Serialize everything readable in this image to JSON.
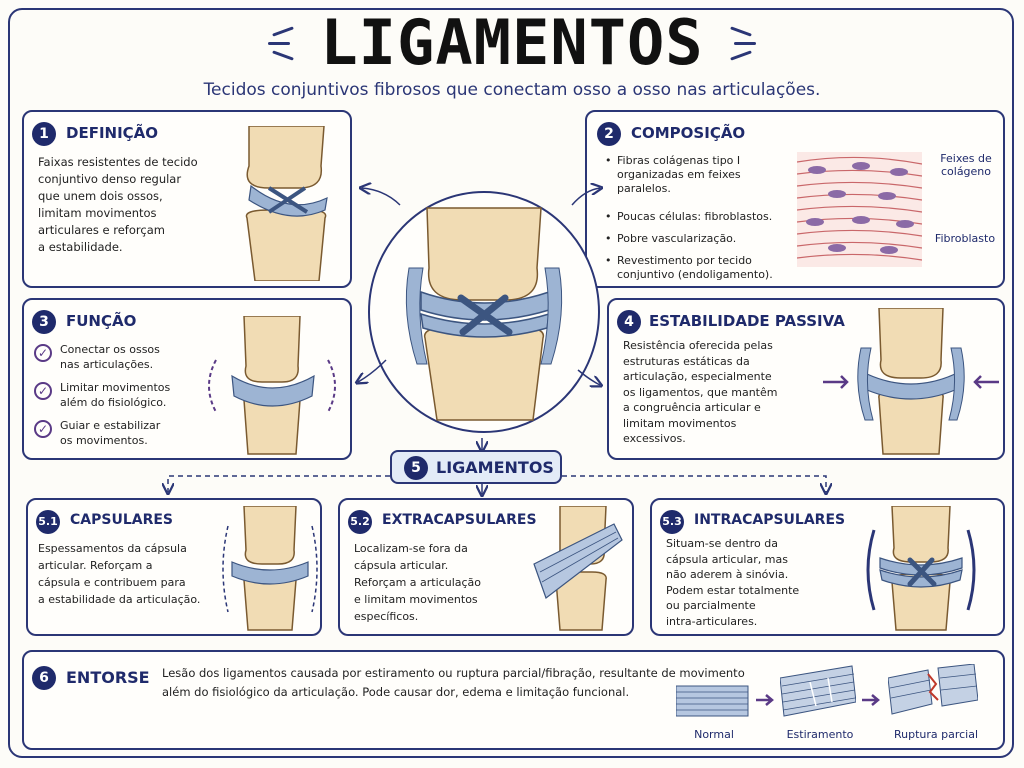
{
  "header": {
    "title": "LIGAMENTOS",
    "subtitle": "Tecidos conjuntivos fibrosos que conectam osso a osso nas articulações."
  },
  "definicao": {
    "number": "1",
    "title": "DEFINIÇÃO",
    "lines": [
      "Faixas resistentes de tecido",
      "conjuntivo denso regular",
      "que unem dois ossos,",
      "limitam movimentos",
      "articulares e reforçam",
      "a estabilidade."
    ]
  },
  "composicao": {
    "number": "2",
    "title": "COMPOSIÇÃO",
    "items": [
      [
        "Fibras colágenas tipo I",
        "organizadas em feixes",
        "paralelos."
      ],
      [
        "Poucas células: fibroblastos."
      ],
      [
        "Pobre vascularização."
      ],
      [
        "Revestimento por tecido",
        "conjuntivo (endoligamento)."
      ]
    ],
    "label_feixes": [
      "Feixes de",
      "colágeno"
    ],
    "label_fibroblasto": "Fibroblasto"
  },
  "funcao": {
    "number": "3",
    "title": "FUNÇÃO",
    "items": [
      [
        "Conectar os ossos",
        "nas articulações."
      ],
      [
        "Limitar movimentos",
        "além do fisiológico."
      ],
      [
        "Guiar e estabilizar",
        "os movimentos."
      ]
    ]
  },
  "estabilidade": {
    "number": "4",
    "title": "ESTABILIDADE PASSIVA",
    "lines": [
      "Resistência oferecida pelas",
      "estruturas estáticas da",
      "articulação, especialmente",
      "os ligamentos, que mantêm",
      "a congruência articular e",
      "limitam movimentos",
      "excessivos."
    ]
  },
  "ligamentos": {
    "number": "5",
    "title": "LIGAMENTOS",
    "capsulares": {
      "number": "5.1",
      "title": "CAPSULARES",
      "lines": [
        "Espessamentos da cápsula",
        "articular. Reforçam a",
        "cápsula e contribuem para",
        "a estabilidade da articulação."
      ]
    },
    "extracapsulares": {
      "number": "5.2",
      "title": "EXTRACAPSULARES",
      "lines": [
        "Localizam-se fora da",
        "cápsula articular.",
        "Reforçam a articulação",
        "e limitam movimentos",
        "específicos."
      ]
    },
    "intracapsulares": {
      "number": "5.3",
      "title": "INTRACAPSULARES",
      "lines": [
        "Situam-se dentro da",
        "cápsula articular, mas",
        "não aderem à sinóvia.",
        "Podem estar totalmente",
        "ou parcialmente",
        "intra-articulares."
      ]
    }
  },
  "entorse": {
    "number": "6",
    "title": "ENTORSE",
    "lines": [
      "Lesão dos ligamentos causada por estiramento ou ruptura parcial/fibração, resultante de movimento",
      "além do fisiológico da articulação. Pode causar dor, edema e limitação funcional."
    ],
    "stages": [
      "Normal",
      "Estiramento",
      "Ruptura parcial"
    ]
  },
  "colors": {
    "navy": "#1f2a6b",
    "bone": "#f1dcb4",
    "ligament": "#9db4d3",
    "purple": "#5a3a86"
  }
}
